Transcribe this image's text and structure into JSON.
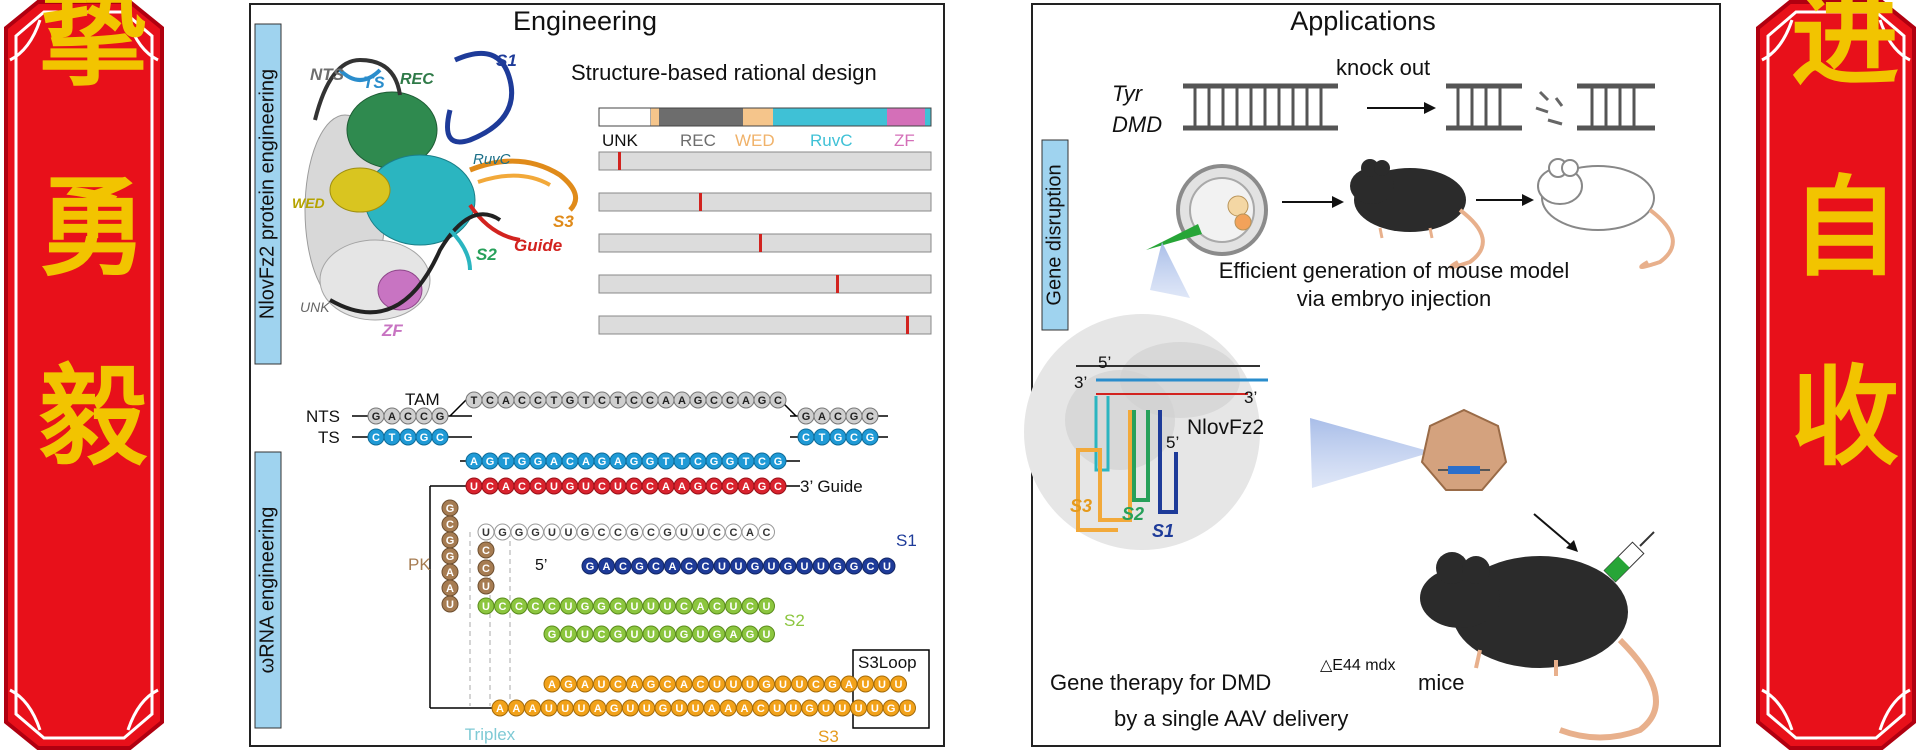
{
  "couplets": {
    "left_text": "诚 挚 勇 毅",
    "right_text": "奋 进 自 收",
    "colors": {
      "red": "#e8101a",
      "gold": "#f2c400",
      "border": "#b00010"
    }
  },
  "engineering": {
    "title": "Engineering",
    "protein_label": "NlovFz2 protein engineering",
    "rna_label": "ωRNA engineering",
    "structure_labels": {
      "nts": "NTS",
      "ts": "TS",
      "rec": "REC",
      "s1": "S1",
      "ruvc": "RuvC",
      "wed": "WED",
      "s3": "S3",
      "s2": "S2",
      "guide": "Guide",
      "unk": "UNK",
      "zf": "ZF"
    },
    "design": {
      "title": "Structure-based rational design",
      "domains": [
        {
          "name": "UNK",
          "color": "#ffffff"
        },
        {
          "name": "REC",
          "color": "#6d6d6d"
        },
        {
          "name": "WED",
          "color": "#f5c58b"
        },
        {
          "name": "RuvC",
          "color": "#3fc1d6"
        },
        {
          "name": "ZF",
          "color": "#d46fb8"
        }
      ],
      "mutation_bars": 5
    },
    "rna": {
      "tam": "TAM",
      "nts_label": "NTS",
      "ts_label": "TS",
      "nts_top": "TCACCTGTCTCCAAGCCAGC",
      "nts_left": "GACCG",
      "nts_right": "GACGC",
      "ts_left": "CTGGC",
      "ts_right": "CTGCG",
      "target": "AGTGGACAGAGGTTCGGTCG",
      "guide_seq": "UCACCUGUCUCCAAGCCAGC",
      "guide_label": "3’  Guide",
      "pk_label": "PK",
      "pk_seq": "GCGGAAU",
      "s1_label": "S1",
      "s2_label": "S2",
      "s3_label": "S3",
      "s3loop_label": "S3Loop",
      "triplex_label": "Triplex",
      "five_prime": "5’"
    }
  },
  "applications": {
    "title": "Applications",
    "gene_disruption_label": "Gene disruption",
    "genes": [
      "Tyr",
      "DMD"
    ],
    "knockout": "knock out",
    "mouse_model_text": [
      "Efficient generation of mouse model",
      "via embryo injection"
    ],
    "complex_labels": {
      "five": "5’",
      "three": "3’",
      "three_b": "3’",
      "five_b": "5’",
      "protein": "NlovFz2",
      "s3": "S3",
      "s2": "S2",
      "s1": "S1"
    },
    "therapy_text_a": "Gene therapy for DMD",
    "therapy_sup": "△E44 mdx",
    "therapy_text_b": "mice",
    "therapy_text_c": "by a single AAV delivery"
  }
}
